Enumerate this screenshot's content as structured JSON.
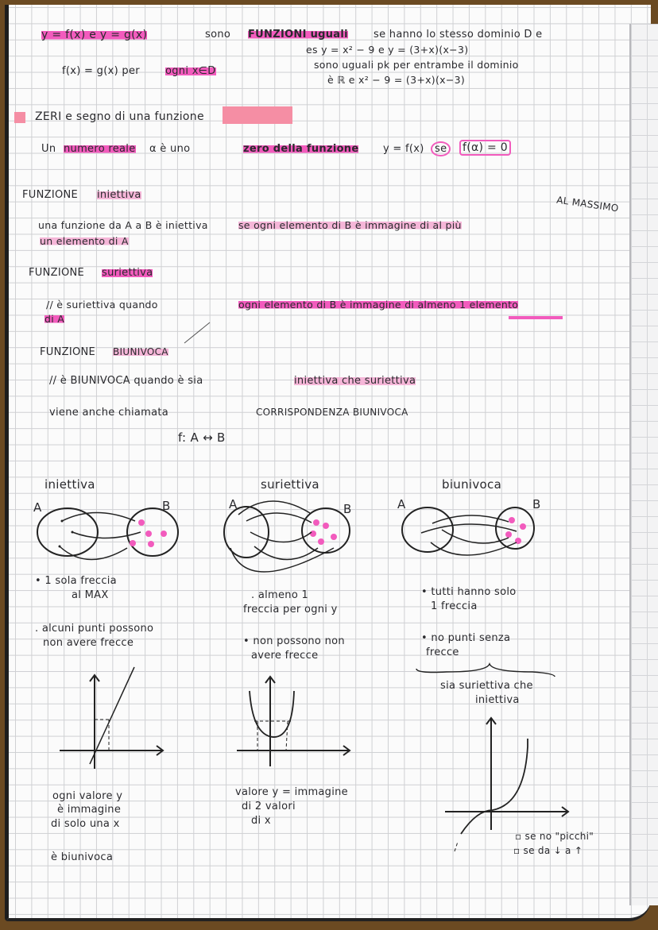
{
  "colors": {
    "highlight": "#f25bbd",
    "highlight_light": "#f5b6d8",
    "salmon": "#f58ea4",
    "ink": "#2a2a2e",
    "grid": "#cfd0d3"
  },
  "equal_functions": {
    "line1_a": "y = f(x) e y = g(x)",
    "line1_b": "sono",
    "line1_term": "FUNZIONI uguali",
    "line1_c": "se hanno lo stesso dominio D e",
    "line2": "f(x) = g(x) per",
    "line2_hl": "ogni x∈D",
    "example_1": "es  y = x² − 9   e   y = (3+x)(x−3)",
    "example_2": "sono uguali pk per entrambe il dominio",
    "example_3": "è ℝ  e  x² − 9 = (3+x)(x−3)"
  },
  "zeros": {
    "title": "ZERI e segno di una funzione",
    "line_a": "Un",
    "line_hl1": "numero reale",
    "line_b": "α è uno",
    "line_hl2": "zero della funzione",
    "line_c": "y = f(x)",
    "line_se": "se",
    "line_box": "f(α) = 0"
  },
  "injective": {
    "title_a": "FUNZIONE",
    "title_hl": "iniettiva",
    "note": "AL MASSIMO",
    "def_a": "una funzione da A a B è iniettiva",
    "def_hl": "se ogni elemento di B è immagine di al più",
    "def_hl2": "un elemento di A"
  },
  "surjective": {
    "title_a": "FUNZIONE",
    "title_hl": "suriettiva",
    "def_a": "//  è suriettiva quando",
    "def_hl": "ogni elemento di B è immagine di almeno 1 elemento",
    "def_hl2": "di A"
  },
  "bijective": {
    "title_a": "FUNZIONE",
    "title_hl": "BIUNIVOCA",
    "def_a": "//  è BIUNIVOCA quando è sia",
    "def_hl": "iniettiva che suriettiva",
    "alias_a": "viene anche chiamata",
    "alias_b": "CORRISPONDENZA biunivoca",
    "notation": "f: A ↔ B"
  },
  "diagrams": [
    {
      "title": "iniettiva",
      "set_a": "A",
      "set_b": "B",
      "notes": [
        "• 1 sola freccia",
        "al MAX",
        ". alcuni punti possono",
        "non avere frecce"
      ],
      "graph_caption": [
        "ogni valore y",
        "è immagine",
        "di solo una x"
      ],
      "conclusion": "è biunivoca"
    },
    {
      "title": "suriettiva",
      "set_a": "A",
      "set_b": "B",
      "notes": [
        ". almeno 1",
        "freccia per ogni y",
        "• non possono non",
        "avere frecce"
      ],
      "graph_caption": [
        "valore y = immagine",
        "di 2 valori",
        "di x"
      ]
    },
    {
      "title": "biunivoca",
      "set_a": "A",
      "set_b": "B",
      "notes": [
        "• tutti hanno solo",
        "1 freccia",
        "• no punti senza",
        "frecce"
      ],
      "brace_caption": [
        "sia suriettiva che",
        "iniettiva"
      ],
      "graph_caption": [
        "▫ se no \"picchi\"",
        "▫ se da ↓ a ↑"
      ]
    }
  ]
}
